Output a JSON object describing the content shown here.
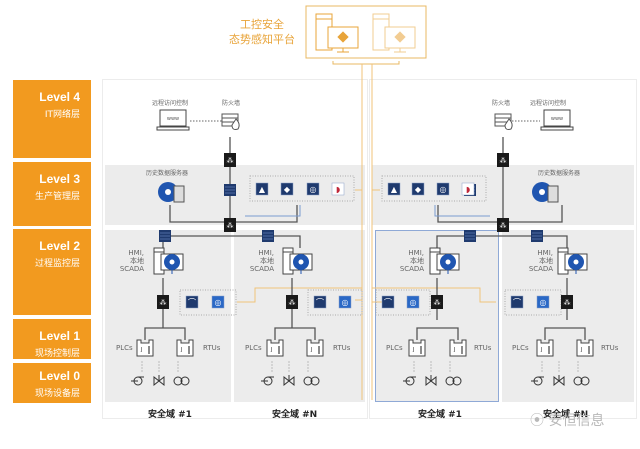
{
  "platform": {
    "title_line1": "工控安全",
    "title_line2": "态势感知平台"
  },
  "levels": [
    {
      "level": "Level 4",
      "name": "IT网络层"
    },
    {
      "level": "Level 3",
      "name": "生产管理层"
    },
    {
      "level": "Level 2",
      "name": "过程监控层"
    },
    {
      "level": "Level 1",
      "name": "现场控制层"
    },
    {
      "level": "Level 0",
      "name": "现场设备层"
    }
  ],
  "left_site": {
    "remote_access": "远程访问控制",
    "firewall": "防火墙",
    "history_server": "历史数据服务器",
    "www": "www",
    "zones": [
      {
        "hmi_line1": "HMI,",
        "hmi_line2": "本地",
        "hmi_line3": "SCADA",
        "plc": "PLCs",
        "rtu": "RTUs",
        "label": "安全域 #1"
      },
      {
        "hmi_line1": "HMI,",
        "hmi_line2": "本地",
        "hmi_line3": "SCADA",
        "plc": "PLCs",
        "rtu": "RTUs",
        "label": "安全域 #N"
      }
    ]
  },
  "right_site": {
    "remote_access": "远程访问控制",
    "firewall": "防火墙",
    "history_server": "历史数据服务器",
    "www": "www",
    "zones": [
      {
        "hmi_line1": "HMI,",
        "hmi_line2": "本地",
        "hmi_line3": "SCADA",
        "plc": "PLCs",
        "rtu": "RTUs",
        "label": "安全域 #1"
      },
      {
        "hmi_line1": "HMI,",
        "hmi_line2": "本地",
        "hmi_line3": "SCADA",
        "plc": "PLCs",
        "rtu": "RTUs",
        "label": "安全域 #N"
      }
    ]
  },
  "watermark": "安恒信息",
  "colors": {
    "level_orange": "#f29a1f",
    "platform_gold": "#e8a43a",
    "device_navy": "#1f3a6e",
    "switch_black": "#1a1a1a",
    "band_gray": "#ececec",
    "zone_blue_border": "#8fa9d6"
  }
}
